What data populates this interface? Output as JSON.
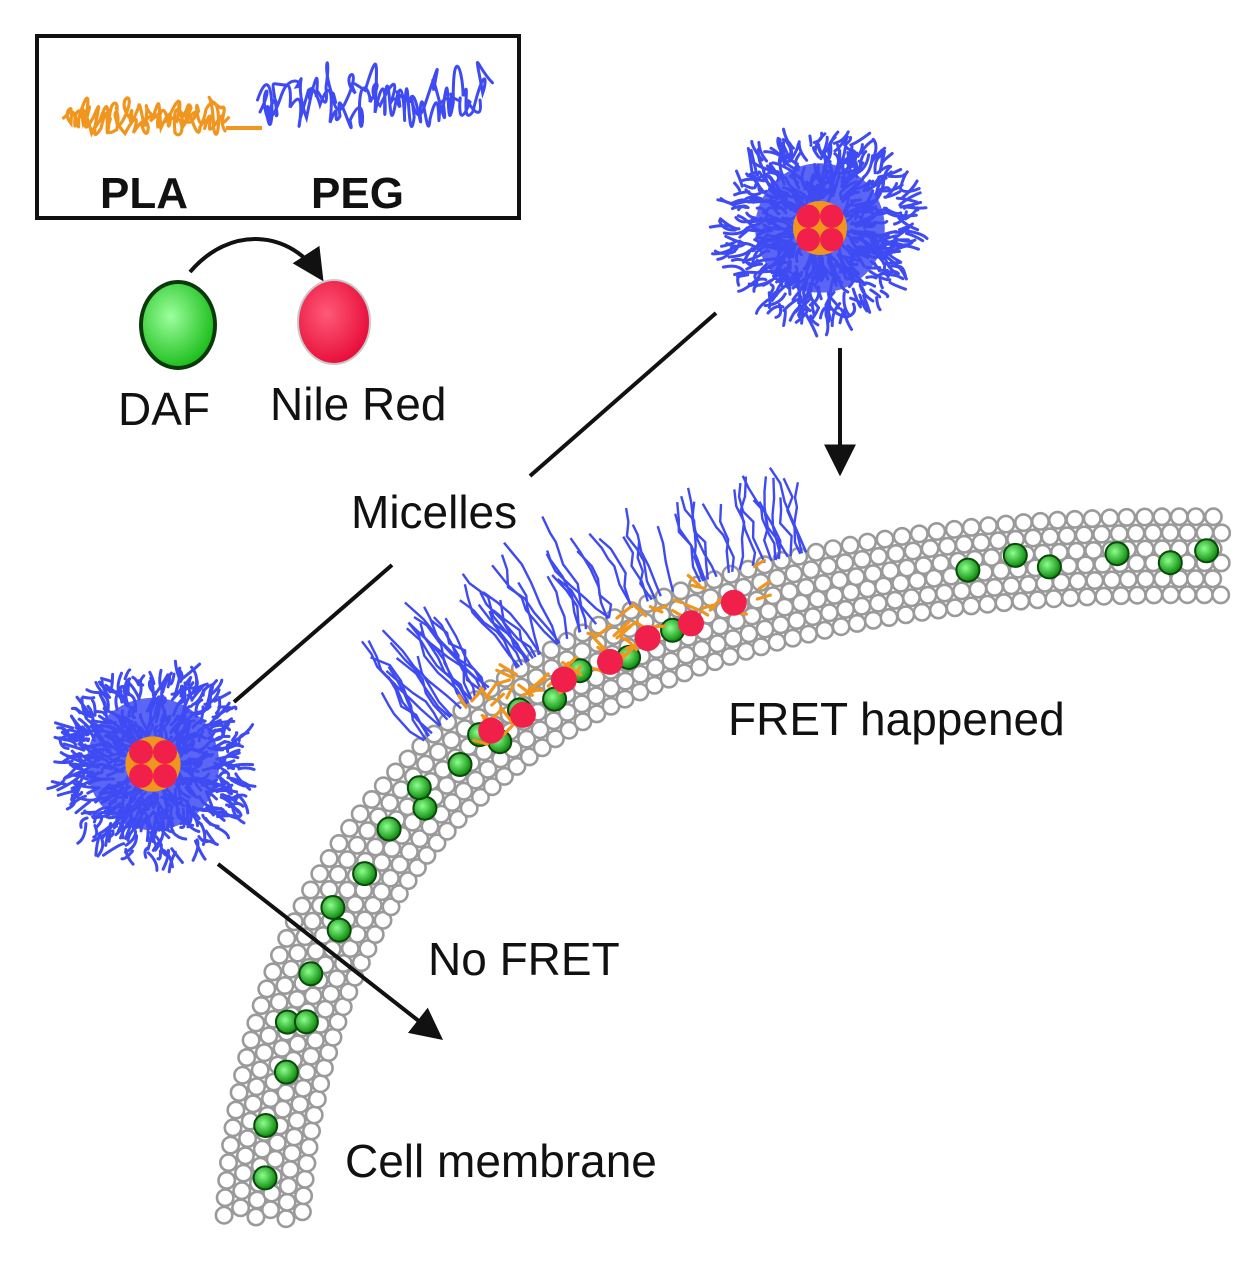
{
  "legend": {
    "polymer_left": "PLA",
    "polymer_right": "PEG",
    "donor": "DAF",
    "acceptor": "Nile Red"
  },
  "labels": {
    "micelles": "Micelles",
    "fret_happened": "FRET happened",
    "no_fret": "No FRET",
    "cell_membrane": "Cell membrane"
  },
  "colors": {
    "pla": "#f0951e",
    "peg": "#3f4bf2",
    "daf_fill": "#2fd12f",
    "daf_dark": "#0a7d0a",
    "nile_red": "#f0204a",
    "membrane_head": "#9a9a9a"
  }
}
